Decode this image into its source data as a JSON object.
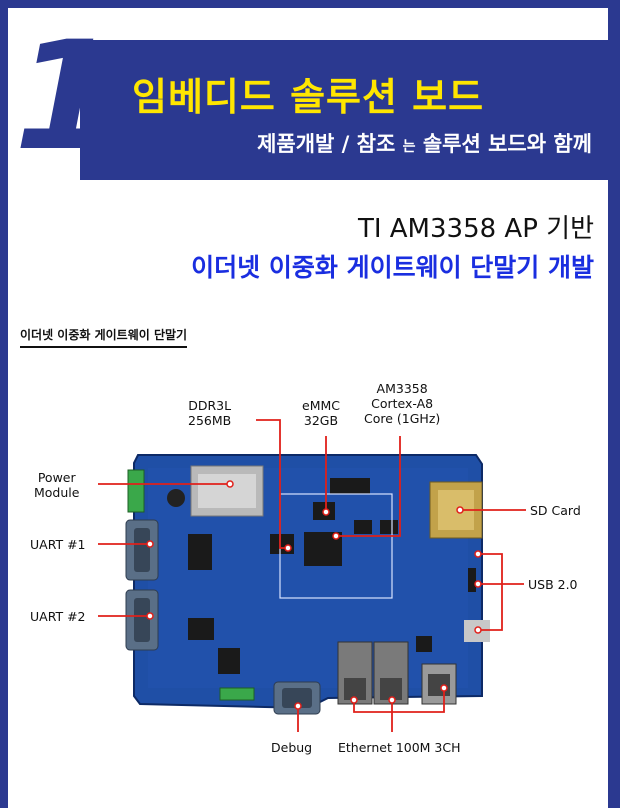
{
  "header": {
    "number": "1",
    "title": "임베디드 솔루션 보드",
    "subtitle_main": "제품개발 / 참조",
    "subtitle_small": "는",
    "subtitle_end": "솔루션 보드와 함께"
  },
  "product": {
    "line1": "TI AM3358 AP 기반",
    "line2": "이더넷 이중화 게이트웨이 단말기 개발"
  },
  "section_label": "이더넷 이중화 게이트웨이 단말기",
  "board_labels": {
    "ddr": [
      "DDR3L",
      "256MB"
    ],
    "emmc": [
      "eMMC",
      "32GB"
    ],
    "cpu": [
      "AM3358",
      "Cortex-A8",
      "Core (1GHz)"
    ],
    "power": [
      "Power",
      "Module"
    ],
    "uart1": "UART #1",
    "uart2": "UART #2",
    "sdcard": "SD Card",
    "usb": "USB 2.0",
    "debug": "Debug",
    "ethernet": "Ethernet 100M 3CH"
  },
  "colors": {
    "navy": "#2b3990",
    "yellow": "#ffe600",
    "blue_text": "#1a2ee0",
    "callout_red": "#e0201a",
    "pcb_blue": "#1f4fa6"
  }
}
